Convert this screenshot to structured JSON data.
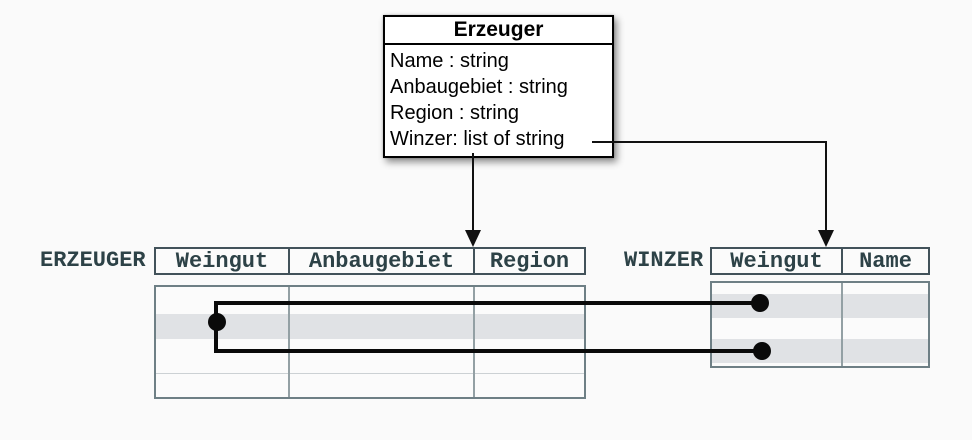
{
  "class_box": {
    "title": "Erzeuger",
    "attributes": [
      "Name : string",
      "Anbaugebiet : string",
      "Region : string",
      "Winzer: list of string"
    ]
  },
  "erzeuger_table": {
    "label": "ERZEUGER",
    "columns": [
      "Weingut",
      "Anbaugebiet",
      "Region"
    ],
    "body_rows": 4,
    "highlighted_row": 2
  },
  "winzer_table": {
    "label": "WINZER",
    "columns": [
      "Weingut",
      "Name"
    ],
    "body_rows": 4,
    "highlighted_rows": [
      2,
      4
    ]
  },
  "colors": {
    "background": "#fafafa",
    "class_box_border": "#000000",
    "table_text": "#2d4247",
    "header_border": "#42525a",
    "body_border": "#6e7f85",
    "row_highlight": "#e0e2e5",
    "connector": "#0a0a0a"
  }
}
